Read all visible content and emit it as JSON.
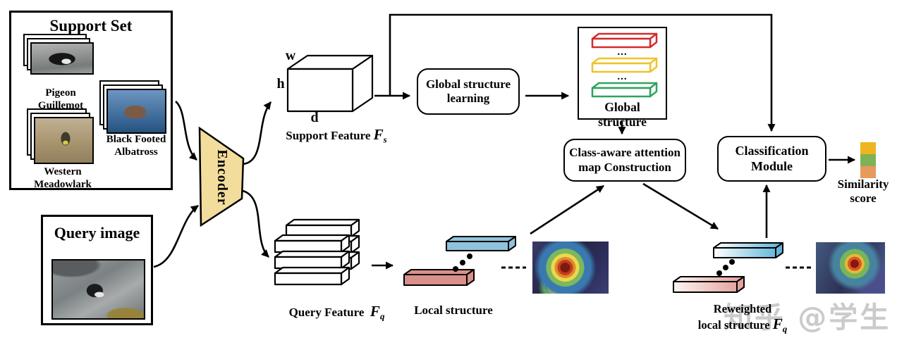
{
  "watermark": {
    "text": "知乎 @学生",
    "color": "#cbcbcb"
  },
  "support_set": {
    "title": "Support Set",
    "classes": [
      {
        "name_line1": "Pigeon",
        "name_line2": "Guillemot"
      },
      {
        "name_line1": "Black Footed",
        "name_line2": "Albatross"
      },
      {
        "name_line1": "Western",
        "name_line2": "Meadowlark"
      }
    ]
  },
  "query_image": {
    "title": "Query image"
  },
  "encoder": {
    "label": "Encoder",
    "fill": "#f3dd9c"
  },
  "support_feature": {
    "caption": "Support Feature",
    "symbol": "F",
    "subscript": "s",
    "dim_w": "w",
    "dim_h": "h",
    "dim_d": "d"
  },
  "query_feature": {
    "caption": "Query Feature",
    "symbol": "F",
    "subscript": "q"
  },
  "global_structure_learning": {
    "line1": "Global structure",
    "line2": "learning"
  },
  "global_structure": {
    "label": "Global structure",
    "ellipsis": "...",
    "bar_colors": [
      "#d42b2b",
      "#f0c22c",
      "#2fa35e"
    ]
  },
  "class_aware_attention": {
    "line1": "Class-aware attention",
    "line2": "map Construction"
  },
  "classification_module": {
    "line1": "Classification",
    "line2": "Module"
  },
  "similarity_score": {
    "line1": "Similarity",
    "line2": "score",
    "cell_colors": [
      "#efb41f",
      "#7fb254",
      "#e79a5c"
    ]
  },
  "local_structure": {
    "caption": "Local structure",
    "bar_top_color": "#8fc3dc",
    "bar_bottom_color": "#d9908a"
  },
  "reweighted_local_structure": {
    "line1": "Reweighted",
    "line2": "local structure",
    "symbol": "F",
    "subscript": "q"
  }
}
